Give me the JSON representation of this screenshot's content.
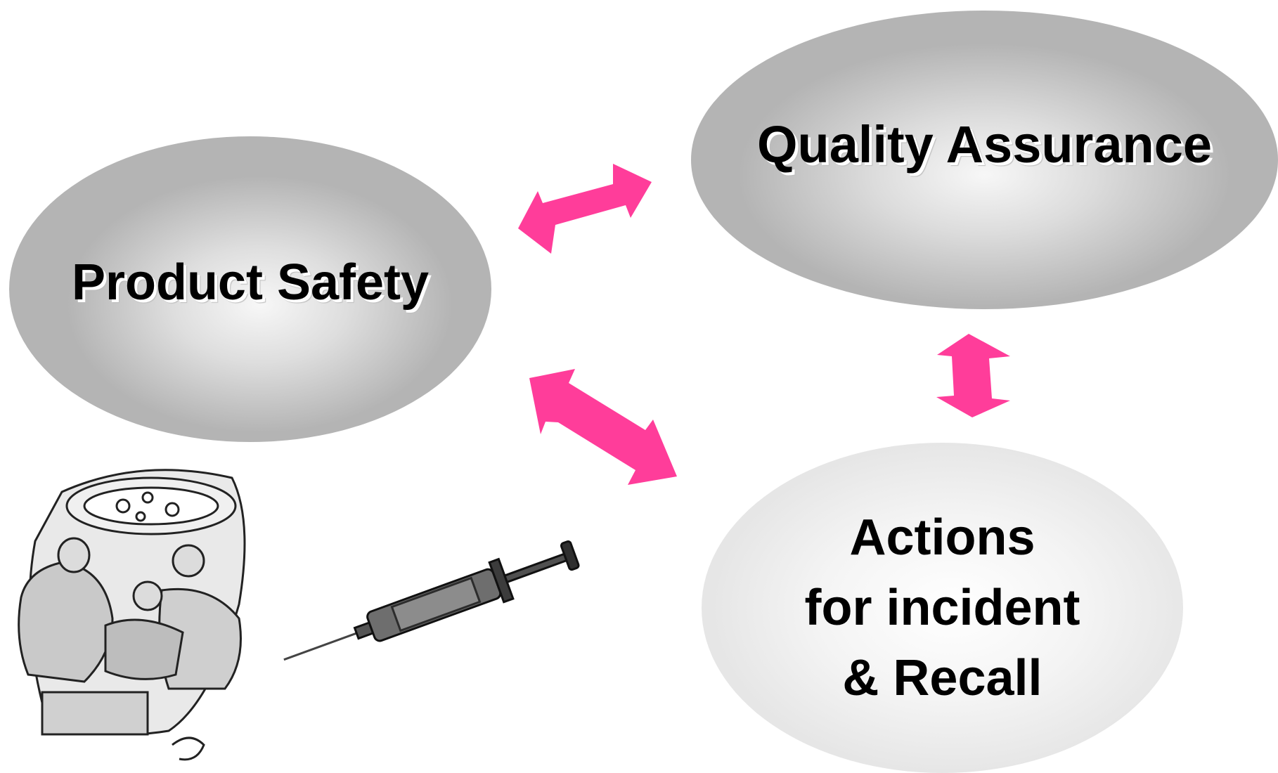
{
  "nodes": {
    "product_safety": {
      "label": "Product Safety"
    },
    "quality_assurance": {
      "label": "Quality Assurance"
    },
    "actions": {
      "line1": "Actions",
      "line2": "for incident",
      "line3": "& Recall"
    }
  },
  "arrows": [
    {
      "from": "product_safety",
      "to": "quality_assurance",
      "type": "double-headed"
    },
    {
      "from": "product_safety",
      "to": "actions",
      "type": "double-headed"
    },
    {
      "from": "quality_assurance",
      "to": "actions",
      "type": "double-headed"
    }
  ],
  "colors": {
    "arrow": "#ff3d9a",
    "ellipse_gray": "#c4c4c4",
    "ellipse_light": "#efefef",
    "text": "#000000"
  },
  "illustrations": [
    {
      "name": "surgery-team-clipart"
    },
    {
      "name": "syringe-clipart"
    }
  ]
}
